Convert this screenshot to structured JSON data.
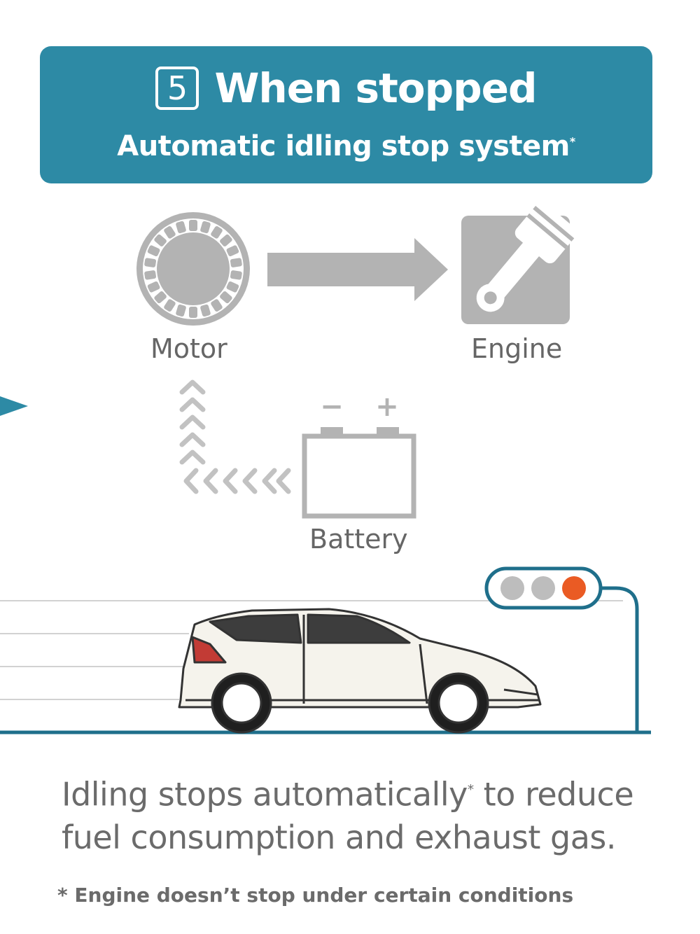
{
  "header": {
    "step_number": "5",
    "title": "When stopped",
    "subtitle": "Automatic idling stop system",
    "subtitle_mark": "*"
  },
  "diagram": {
    "motor_label": "Motor",
    "engine_label": "Engine",
    "battery_label": "Battery",
    "battery_minus": "−",
    "battery_plus": "+"
  },
  "traffic_light": {
    "lamps": [
      "off",
      "off",
      "on"
    ],
    "lamp_off_color": "#bdbdbd",
    "lamp_on_color": "#ea5b24"
  },
  "caption": {
    "line1_a": "Idling stops automatically",
    "line1_mark": "*",
    "line1_b": " to reduce",
    "line2": "fuel consumption and exhaust gas."
  },
  "footnote": "* Engine doesn’t stop under certain conditions",
  "colors": {
    "header_bg": "#2d8aa5",
    "icon_gray": "#b3b3b3",
    "text_gray": "#666666",
    "road_line": "#1f6f8b"
  }
}
